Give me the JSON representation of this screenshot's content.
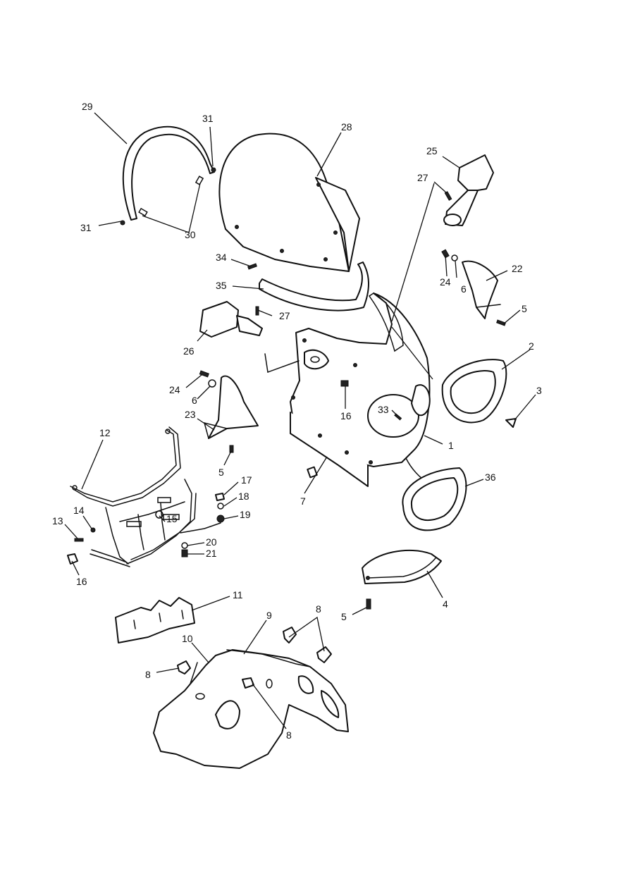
{
  "callouts": [
    {
      "id": "c29",
      "text": "29"
    },
    {
      "id": "c31a",
      "text": "31"
    },
    {
      "id": "c28",
      "text": "28"
    },
    {
      "id": "c25",
      "text": "25"
    },
    {
      "id": "c27a",
      "text": "27"
    },
    {
      "id": "c31b",
      "text": "31"
    },
    {
      "id": "c30",
      "text": "30"
    },
    {
      "id": "c34",
      "text": "34"
    },
    {
      "id": "c22",
      "text": "22"
    },
    {
      "id": "c24a",
      "text": "24"
    },
    {
      "id": "c6a",
      "text": "6"
    },
    {
      "id": "c35",
      "text": "35"
    },
    {
      "id": "c27b",
      "text": "27"
    },
    {
      "id": "c5a",
      "text": "5"
    },
    {
      "id": "c26",
      "text": "26"
    },
    {
      "id": "c2",
      "text": "2"
    },
    {
      "id": "c24b",
      "text": "24"
    },
    {
      "id": "c6b",
      "text": "6"
    },
    {
      "id": "c3",
      "text": "3"
    },
    {
      "id": "c33",
      "text": "33"
    },
    {
      "id": "c16a",
      "text": "16"
    },
    {
      "id": "c23",
      "text": "23"
    },
    {
      "id": "c12",
      "text": "12"
    },
    {
      "id": "c1",
      "text": "1"
    },
    {
      "id": "c5b",
      "text": "5"
    },
    {
      "id": "c36",
      "text": "36"
    },
    {
      "id": "c17",
      "text": "17"
    },
    {
      "id": "c7",
      "text": "7"
    },
    {
      "id": "c18",
      "text": "18"
    },
    {
      "id": "c14",
      "text": "14"
    },
    {
      "id": "c19",
      "text": "19"
    },
    {
      "id": "c15",
      "text": "15"
    },
    {
      "id": "c13",
      "text": "13"
    },
    {
      "id": "c20",
      "text": "20"
    },
    {
      "id": "c21",
      "text": "21"
    },
    {
      "id": "c16b",
      "text": "16"
    },
    {
      "id": "c4",
      "text": "4"
    },
    {
      "id": "c11",
      "text": "11"
    },
    {
      "id": "c8a",
      "text": "8"
    },
    {
      "id": "c5c",
      "text": "5"
    },
    {
      "id": "c9",
      "text": "9"
    },
    {
      "id": "c10",
      "text": "10"
    },
    {
      "id": "c8b",
      "text": "8"
    },
    {
      "id": "c8c",
      "text": "8"
    }
  ]
}
